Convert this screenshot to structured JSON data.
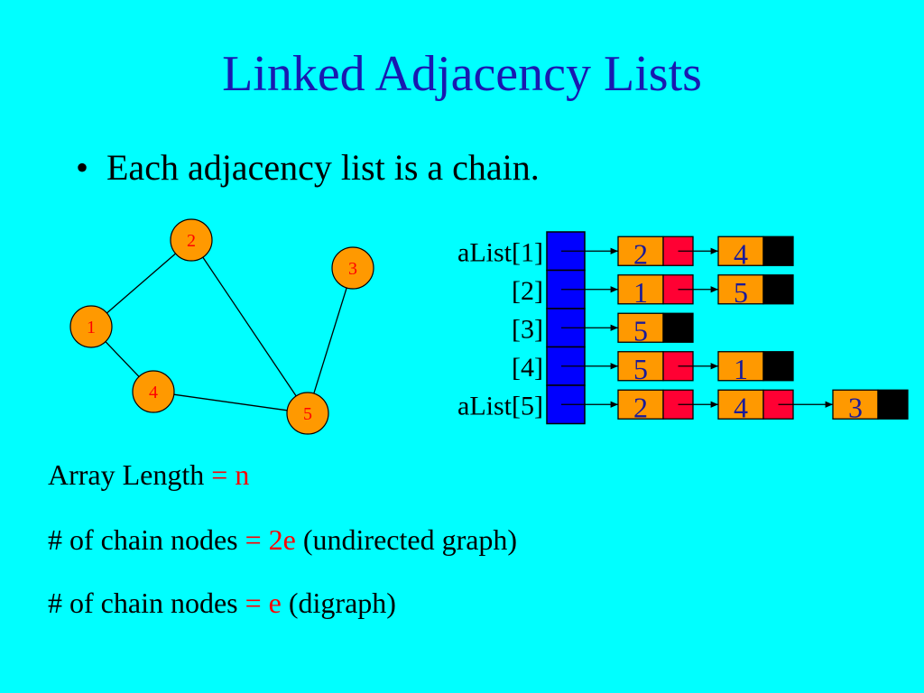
{
  "title": "Linked Adjacency Lists",
  "bullet": "Each adjacency list is a chain.",
  "graph": {
    "vertices": [
      "1",
      "2",
      "3",
      "4",
      "5"
    ],
    "edges": [
      [
        "1",
        "2"
      ],
      [
        "1",
        "4"
      ],
      [
        "2",
        "5"
      ],
      [
        "3",
        "5"
      ],
      [
        "4",
        "5"
      ]
    ]
  },
  "array": {
    "labels": [
      "aList[1]",
      "[2]",
      "[3]",
      "[4]",
      "aList[5]"
    ],
    "chains": [
      [
        "2",
        "4"
      ],
      [
        "1",
        "5"
      ],
      [
        "5"
      ],
      [
        "5",
        "1"
      ],
      [
        "2",
        "4",
        "3"
      ]
    ]
  },
  "formulas": [
    {
      "prefix": "Array Length ",
      "op": "= ",
      "value": "n",
      "suffix": ""
    },
    {
      "prefix": "# of chain nodes ",
      "op": "= ",
      "value": "2e",
      "suffix": " (undirected graph)"
    },
    {
      "prefix": "# of chain nodes ",
      "op": "= ",
      "value": "e",
      "suffix": " (digraph)"
    }
  ],
  "colors": {
    "background": "#00FFFF",
    "title": "#1919B0",
    "vertex_fill": "#FF9900",
    "vertex_label": "#FF0000",
    "array_cell": "#0000FF",
    "node_data": "#FF9900",
    "node_pointer": "#FF0033",
    "null_pointer": "#000000",
    "node_text": "#1A1A99"
  }
}
